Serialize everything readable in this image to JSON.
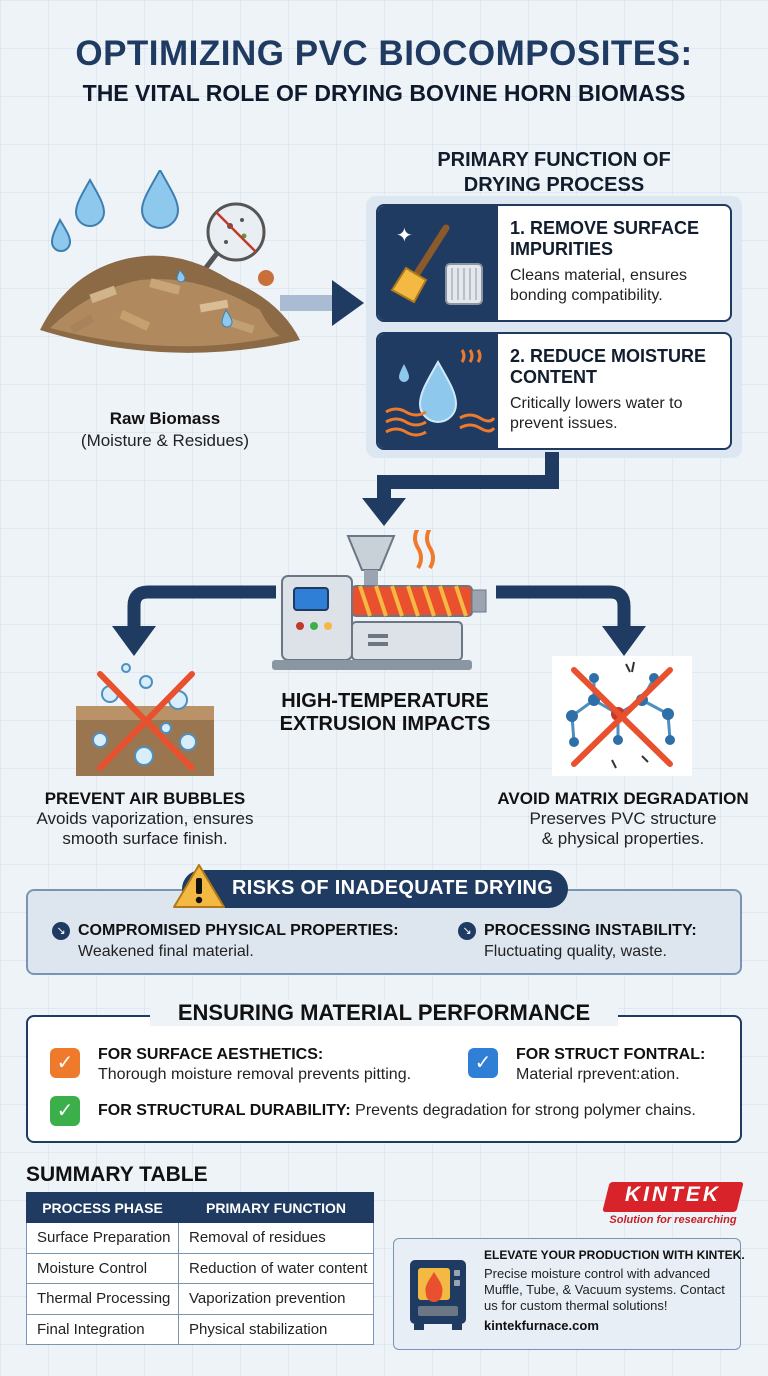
{
  "title": {
    "line1": "OPTIMIZING PVC BIOCOMPOSITES:",
    "line2": "THE VITAL ROLE OF DRYING BOVINE HORN BIOMASS"
  },
  "raw_biomass": {
    "label": "Raw Biomass",
    "sublabel": "(Moisture & Residues)"
  },
  "primary_function": {
    "title_line1": "PRIMARY FUNCTION OF",
    "title_line2": "DRYING PROCESS",
    "steps": [
      {
        "title": "1. REMOVE SURFACE IMPURITIES",
        "desc": "Cleans material, ensures bonding compatibility.",
        "icon": "brush-icon"
      },
      {
        "title": "2. REDUCE MOISTURE CONTENT",
        "desc": "Critically lowers water to prevent issues.",
        "icon": "water-drop-icon"
      }
    ]
  },
  "extrusion": {
    "title_line1": "HIGH-TEMPERATURE",
    "title_line2": "EXTRUSION IMPACTS"
  },
  "outcomes": {
    "left": {
      "title": "PREVENT AIR BUBBLES",
      "line1": "Avoids vaporization, ensures",
      "line2": "smooth surface finish."
    },
    "right": {
      "title": "AVOID MATRIX DEGRADATION",
      "line1": "Preserves PVC structure",
      "line2": "& physical properties."
    }
  },
  "risks": {
    "title": "RISKS OF INADEQUATE DRYING",
    "items": [
      {
        "title": "COMPROMISED PHYSICAL PROPERTIES:",
        "desc": "Weakened final material."
      },
      {
        "title": "PROCESSING INSTABILITY:",
        "desc": "Fluctuating quality, waste."
      }
    ]
  },
  "performance": {
    "title": "ENSURING MATERIAL PERFORMANCE",
    "items": [
      {
        "title": "FOR SURFACE AESTHETICS:",
        "desc": "Thorough moisture removal prevents pitting.",
        "color": "#f07a2c"
      },
      {
        "title": "FOR STRUCT FONTRAL:",
        "desc": "Material rprevent:ation.",
        "color": "#2f7fd6"
      },
      {
        "title": "FOR STRUCTURAL DURABILITY:",
        "desc": "Prevents degradation for strong polymer chains.",
        "color": "#3bb04a"
      }
    ]
  },
  "summary": {
    "title": "SUMMARY TABLE",
    "headers": [
      "PROCESS PHASE",
      "PRIMARY FUNCTION"
    ],
    "rows": [
      [
        "Surface Preparation",
        "Removal of residues"
      ],
      [
        "Moisture Control",
        "Reduction of water content"
      ],
      [
        "Thermal Processing",
        "Vaporization prevention"
      ],
      [
        "Final Integration",
        "Physical stabilization"
      ]
    ]
  },
  "brand": {
    "name": "KINTEK",
    "tagline": "Solution for researching",
    "color": "#d8232a",
    "promo_title": "ELEVATE YOUR PRODUCTION WITH KINTEK.",
    "promo_text": "Precise moisture control with advanced Muffle, Tube, & Vacuum systems. Contact us for custom thermal solutions!",
    "url": "kintekfurnace.com"
  },
  "colors": {
    "navy": "#1f3b62",
    "accent_red": "#e8502e"
  }
}
